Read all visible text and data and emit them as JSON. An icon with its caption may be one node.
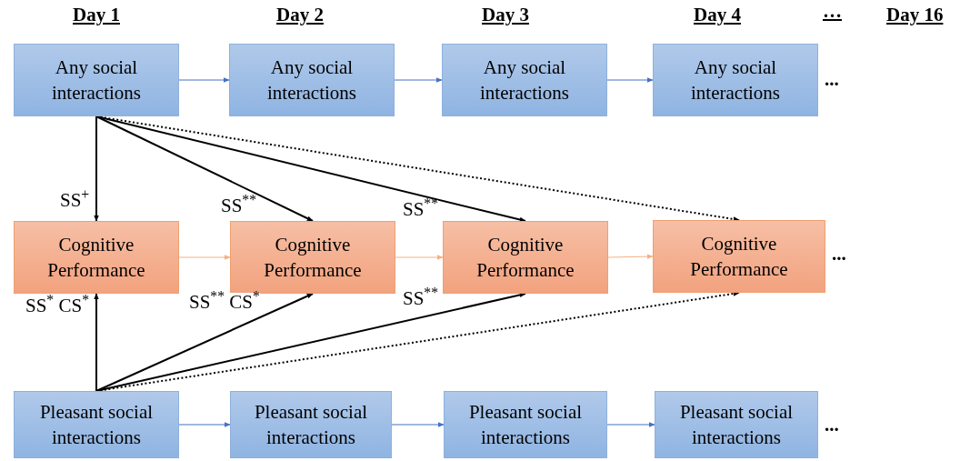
{
  "diagram": {
    "nodes": [
      {
        "text": [
          "Any social interactions"
        ]
      },
      {
        "text": [
          "Any social interactions"
        ]
      },
      {
        "text": [
          "Any social interactions"
        ]
      },
      {
        "text": [
          "Any social interactions"
        ],
        "beside": [
          "..."
        ]
      },
      {
        "text": [
          "Cognitive Performance"
        ]
      },
      {
        "text": [
          "Cognitive Performance"
        ]
      },
      {
        "text": [
          "Cognitive Performance"
        ]
      },
      {
        "text": [
          "Cognitive Performance"
        ],
        "beside": [
          "..."
        ]
      },
      {
        "text": [
          "Pleasant social interactions"
        ]
      },
      {
        "text": [
          "Pleasant social interactions"
        ]
      },
      {
        "text": [
          "Pleasant social interactions"
        ]
      },
      {
        "text": [
          "Pleasant social interactions"
        ],
        "beside": [
          "..."
        ]
      }
    ],
    "edges": [
      {
        "from": 0,
        "to": 1,
        "arrow": "to",
        "color": "#4472c4"
      },
      {
        "from": 1,
        "to": 2,
        "arrow": "to",
        "color": "#4472c4"
      },
      {
        "from": 2,
        "to": 3,
        "arrow": "to",
        "color": "#4472c4"
      },
      {
        "from": 4,
        "to": 5,
        "arrow": "to",
        "color": "#f4b183"
      },
      {
        "from": 5,
        "to": 6,
        "arrow": "to",
        "color": "#f4b183"
      },
      {
        "from": 6,
        "to": 7,
        "arrow": "to",
        "color": "#f4b183"
      },
      {
        "from": 8,
        "to": 9,
        "arrow": "to",
        "color": "#4472c4"
      },
      {
        "from": 9,
        "to": 10,
        "arrow": "to",
        "color": "#4472c4"
      },
      {
        "from": 10,
        "to": 11,
        "arrow": "to",
        "color": "#4472c4"
      },
      {
        "from": 0,
        "to": 4,
        "arrow": "to",
        "label": "SS$^{+}$"
      },
      {
        "from": 0,
        "to": 5,
        "arrow": "to",
        "label": "SS$^{**}$"
      },
      {
        "from": 0,
        "to": 6,
        "arrow": "to",
        "label": "SS$^{**}$"
      },
      {
        "from": 0,
        "to": 7,
        "arrow": "to",
        "style": "dashed"
      },
      {
        "from": 8,
        "to": 4,
        "arrow": "to",
        "label": "SS$^{*}$ CS$^{*}$"
      },
      {
        "from": 8,
        "to": 5,
        "arrow": "to",
        "label": "SS$^{**}$ CS$^{*}$"
      },
      {
        "from": 8,
        "to": 6,
        "arrow": "to",
        "label": "SS$^{**}$"
      },
      {
        "from": 8,
        "to": 7,
        "arrow": "to",
        "style": "dashed"
      }
    ],
    "labels": [
      "Day 1",
      "Day 2",
      "Day 3",
      "Day 4",
      "…",
      "Day 16"
    ]
  }
}
